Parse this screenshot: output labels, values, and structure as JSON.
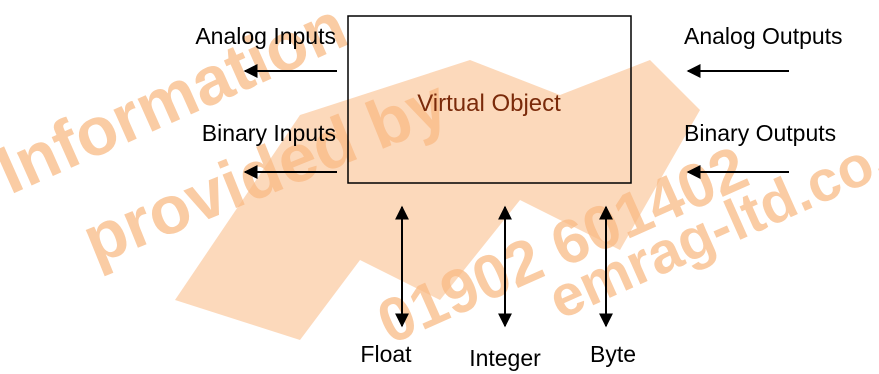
{
  "watermark": {
    "line1": "Information",
    "line2": "provided by",
    "line3": "01902 601402",
    "line4": "emrag-ltd.co.uk",
    "color": "#f58220"
  },
  "diagram": {
    "box_label": "Virtual Object",
    "analog_inputs": "Analog Inputs",
    "binary_inputs": "Binary Inputs",
    "analog_outputs": "Analog Outputs",
    "binary_outputs": "Binary Outputs",
    "float_label": "Float",
    "integer_label": "Integer",
    "byte_label": "Byte"
  },
  "colors": {
    "line": "#000000",
    "box_text": "#7a2a0a"
  }
}
